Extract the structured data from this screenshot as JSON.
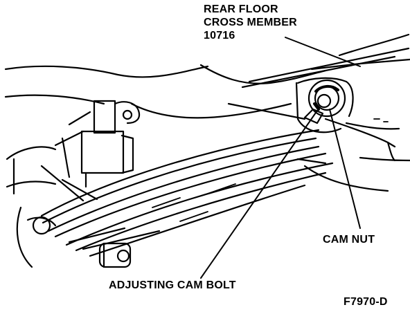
{
  "labels": {
    "rear_floor_cross_member": [
      "REAR FLOOR",
      "CROSS MEMBER",
      "10716"
    ],
    "cam_nut": "CAM NUT",
    "adjusting_cam_bolt": "ADJUSTING CAM BOLT",
    "figure_id": "F7970-D"
  },
  "colors": {
    "ink": "#000000",
    "paper": "#ffffff"
  }
}
